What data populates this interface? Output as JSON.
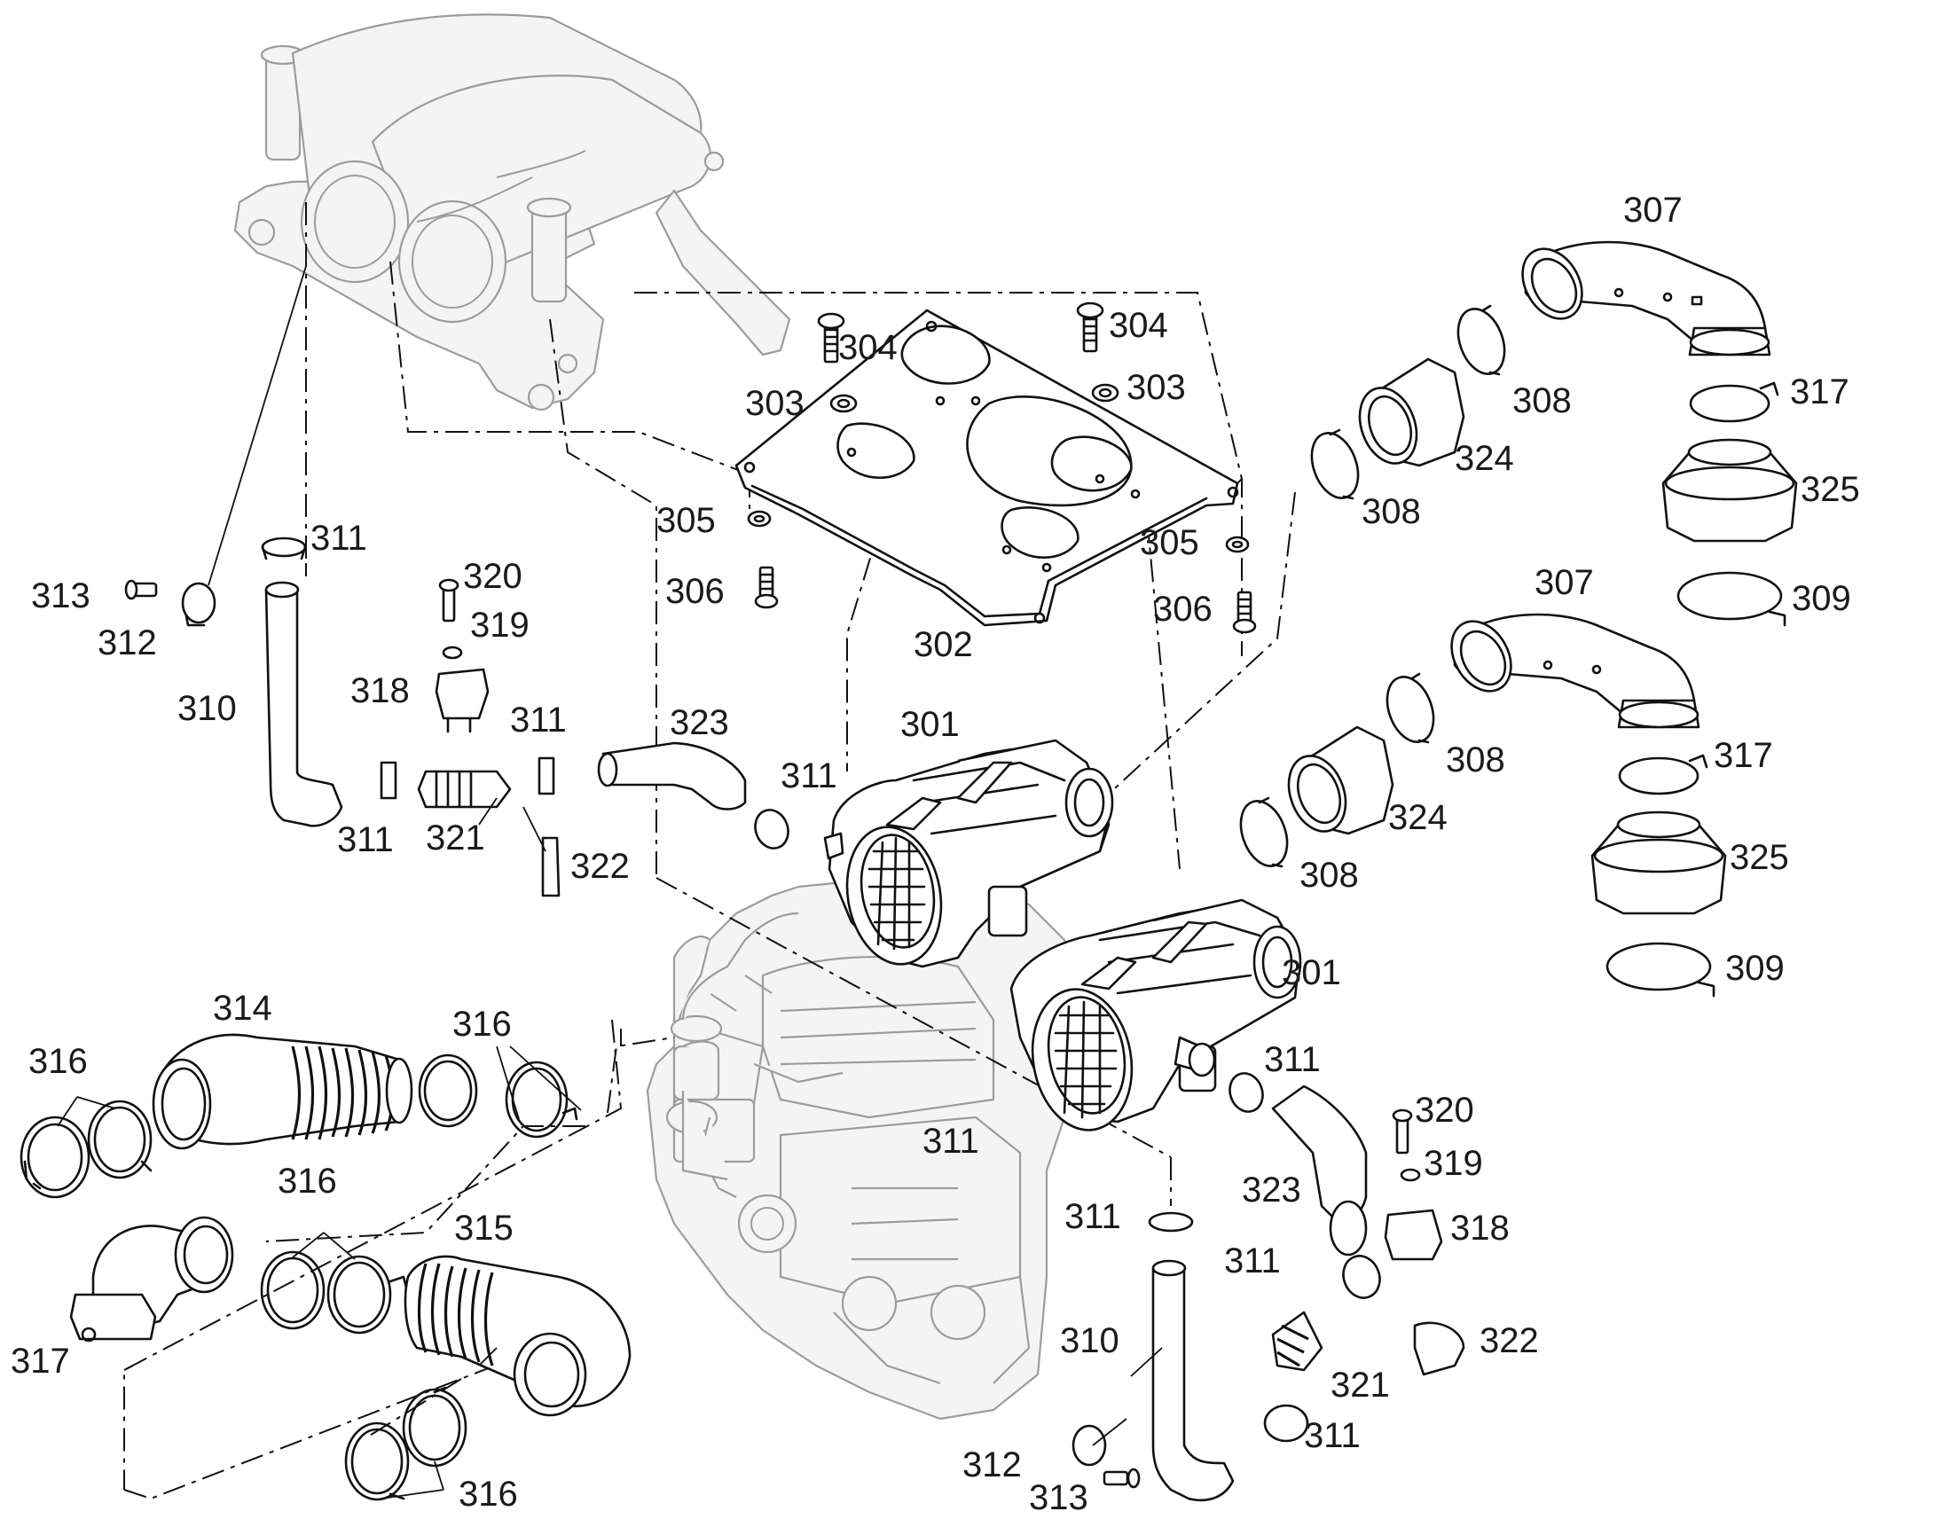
{
  "callouts": [
    {
      "id": "l301a",
      "text": "301"
    },
    {
      "id": "l301b",
      "text": "301"
    },
    {
      "id": "l302",
      "text": "302"
    },
    {
      "id": "l303a",
      "text": "303"
    },
    {
      "id": "l303b",
      "text": "303"
    },
    {
      "id": "l304a",
      "text": "304"
    },
    {
      "id": "l304b",
      "text": "304"
    },
    {
      "id": "l305a",
      "text": "305"
    },
    {
      "id": "l305b",
      "text": "305"
    },
    {
      "id": "l306a",
      "text": "306"
    },
    {
      "id": "l306b",
      "text": "306"
    },
    {
      "id": "l307a",
      "text": "307"
    },
    {
      "id": "l307b",
      "text": "307"
    },
    {
      "id": "l308a",
      "text": "308"
    },
    {
      "id": "l308b",
      "text": "308"
    },
    {
      "id": "l308c",
      "text": "308"
    },
    {
      "id": "l308d",
      "text": "308"
    },
    {
      "id": "l309a",
      "text": "309"
    },
    {
      "id": "l309b",
      "text": "309"
    },
    {
      "id": "l310a",
      "text": "310"
    },
    {
      "id": "l310b",
      "text": "310"
    },
    {
      "id": "l311a",
      "text": "311"
    },
    {
      "id": "l311b",
      "text": "311"
    },
    {
      "id": "l311c",
      "text": "311"
    },
    {
      "id": "l311d",
      "text": "311"
    },
    {
      "id": "l311e",
      "text": "311"
    },
    {
      "id": "l311f",
      "text": "311"
    },
    {
      "id": "l311g",
      "text": "311"
    },
    {
      "id": "l311h",
      "text": "311"
    },
    {
      "id": "l311i",
      "text": "311"
    },
    {
      "id": "l312a",
      "text": "312"
    },
    {
      "id": "l312b",
      "text": "312"
    },
    {
      "id": "l313a",
      "text": "313"
    },
    {
      "id": "l313b",
      "text": "313"
    },
    {
      "id": "l314",
      "text": "314"
    },
    {
      "id": "l315",
      "text": "315"
    },
    {
      "id": "l316a",
      "text": "316"
    },
    {
      "id": "l316b",
      "text": "316"
    },
    {
      "id": "l316c",
      "text": "316"
    },
    {
      "id": "l316d",
      "text": "316"
    },
    {
      "id": "l317a",
      "text": "317"
    },
    {
      "id": "l317b",
      "text": "317"
    },
    {
      "id": "l317c",
      "text": "317"
    },
    {
      "id": "l318a",
      "text": "318"
    },
    {
      "id": "l318b",
      "text": "318"
    },
    {
      "id": "l319a",
      "text": "319"
    },
    {
      "id": "l319b",
      "text": "319"
    },
    {
      "id": "l320a",
      "text": "320"
    },
    {
      "id": "l320b",
      "text": "320"
    },
    {
      "id": "l321a",
      "text": "321"
    },
    {
      "id": "l321b",
      "text": "321"
    },
    {
      "id": "l322a",
      "text": "322"
    },
    {
      "id": "l322b",
      "text": "322"
    },
    {
      "id": "l323a",
      "text": "323"
    },
    {
      "id": "l323b",
      "text": "323"
    },
    {
      "id": "l324a",
      "text": "324"
    },
    {
      "id": "l324b",
      "text": "324"
    },
    {
      "id": "l325a",
      "text": "325"
    },
    {
      "id": "l325b",
      "text": "325"
    }
  ]
}
